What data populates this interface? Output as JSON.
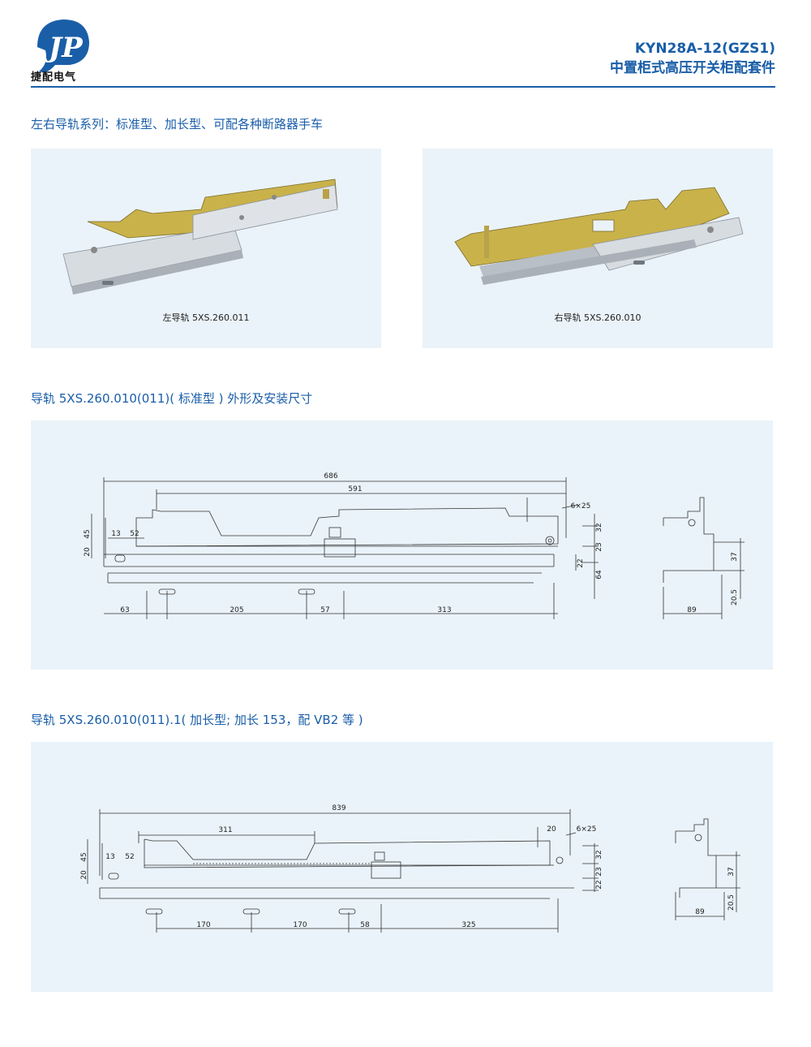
{
  "header": {
    "company": "捷配电气",
    "model": "KYN28A-12(GZS1)",
    "series": "中置柜式高压开关柜配套件"
  },
  "section1": {
    "title": "左右导轨系列：标准型、加长型、可配各种断路器手车",
    "photos": [
      {
        "caption": "左导轨 5XS.260.011"
      },
      {
        "caption": "右导轨 5XS.260.010"
      }
    ]
  },
  "section2": {
    "title": "导轨 5XS.260.010(011)( 标准型 ) 外形及安装尺寸",
    "dims": {
      "overall": "686",
      "inner": "591",
      "d45": "45",
      "d20": "20",
      "d13": "13",
      "d52": "52",
      "holes": "6×25",
      "d32": "32",
      "d23": "23",
      "d22": "22",
      "d64": "64",
      "d63": "63",
      "d205": "205",
      "d57": "57",
      "d313": "313",
      "side37": "37",
      "side20_5": "20.5",
      "side89": "89"
    }
  },
  "section3": {
    "title": "导轨 5XS.260.010(011).1( 加长型; 加长 153，配 VB2 等 )",
    "dims": {
      "overall": "839",
      "d311": "311",
      "d20": "20",
      "holes": "6×25",
      "d45": "45",
      "d20b": "20",
      "d13": "13",
      "d52": "52",
      "d32": "32",
      "d23": "23",
      "d22": "22",
      "d170a": "170",
      "d170b": "170",
      "d58": "58",
      "d325": "325",
      "side37": "37",
      "side20_5": "20.5",
      "side89": "89"
    }
  },
  "colors": {
    "accent": "#1a5ea8",
    "panel": "#eaf3f9"
  }
}
